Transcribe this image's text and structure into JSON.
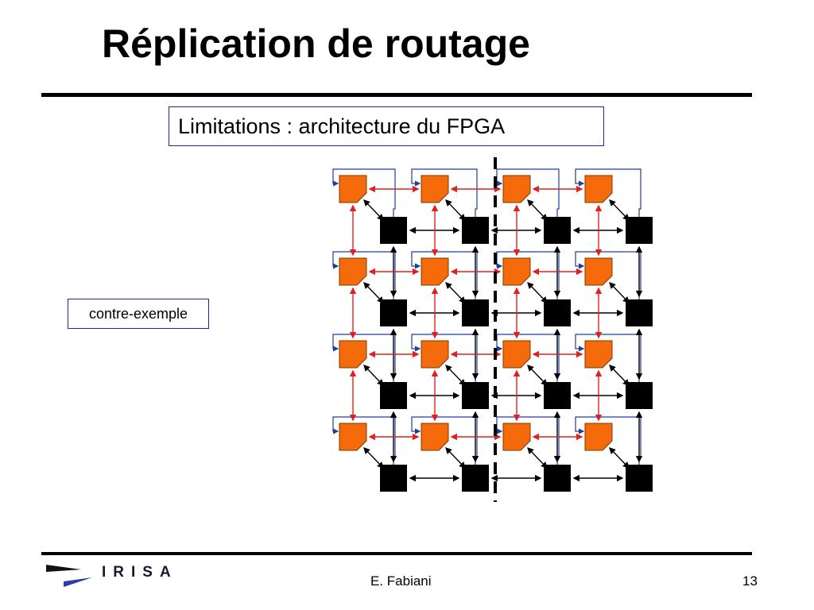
{
  "slide": {
    "title": "Réplication de routage",
    "limitation_box": "Limitations : architecture du FPGA",
    "counter_example_box": "contre-exemple",
    "footer": {
      "logo_text": "IRISA",
      "author": "E. Fabiani",
      "page_number": "13"
    }
  },
  "diagram": {
    "grid_columns": 4,
    "grid_rows": 4,
    "colors": {
      "logic_block": "#f56a0a",
      "switch_block": "#000000",
      "local_link": "#000000",
      "replication_link": "#e02020",
      "routing_wire": "#1f3f9a",
      "divider": "#000000"
    },
    "divider_style": "dashed"
  },
  "colors": {
    "rule": "#000000",
    "box_border": "#1f2a9a",
    "logo_blue": "#2a3db0"
  }
}
